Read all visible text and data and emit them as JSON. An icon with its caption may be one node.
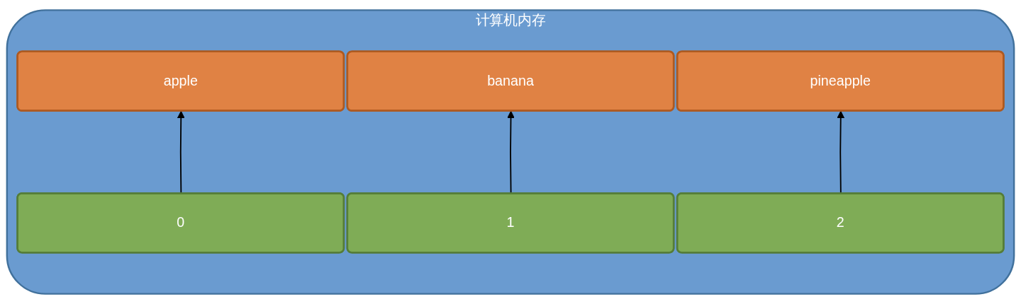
{
  "diagram": {
    "nodes": [
      {
        "text": [
          "计算机内存"
        ]
      },
      {
        "text": [
          "apple"
        ],
        "in": 0
      },
      {
        "text": [
          "banana"
        ],
        "in": 0
      },
      {
        "text": [
          "pineapple"
        ],
        "in": 0
      },
      {
        "text": [
          "0"
        ],
        "in": 0
      },
      {
        "text": [
          "1"
        ],
        "in": 0
      },
      {
        "text": [
          "2"
        ],
        "in": 0
      }
    ],
    "edges": [
      {
        "from": 4,
        "to": 1,
        "arrow": "to"
      },
      {
        "from": 5,
        "to": 2,
        "arrow": "to"
      },
      {
        "from": 6,
        "to": 3,
        "arrow": "to"
      }
    ]
  }
}
